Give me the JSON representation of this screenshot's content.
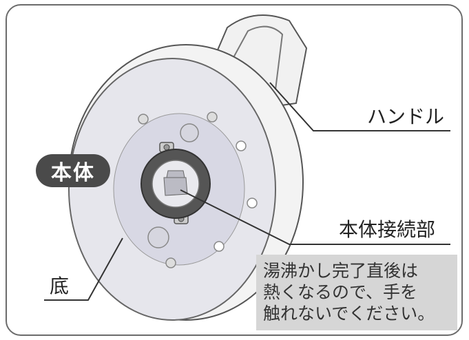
{
  "labels": {
    "handle": "ハンドル",
    "body_badge": "本体",
    "connector": "本体接続部",
    "bottom": "底"
  },
  "warning_note": {
    "lines": [
      "湯沸かし完了直後は",
      "熱くなるので、手を",
      "触れないでください。"
    ]
  },
  "colors": {
    "frame": "#6b6b6b",
    "badge_bg": "#4a4a4a",
    "note_bg": "#d6d6d6",
    "body_fill": "#e6e6ec",
    "base_plate": "#d8d8e4",
    "connector_ring": "#555555"
  }
}
